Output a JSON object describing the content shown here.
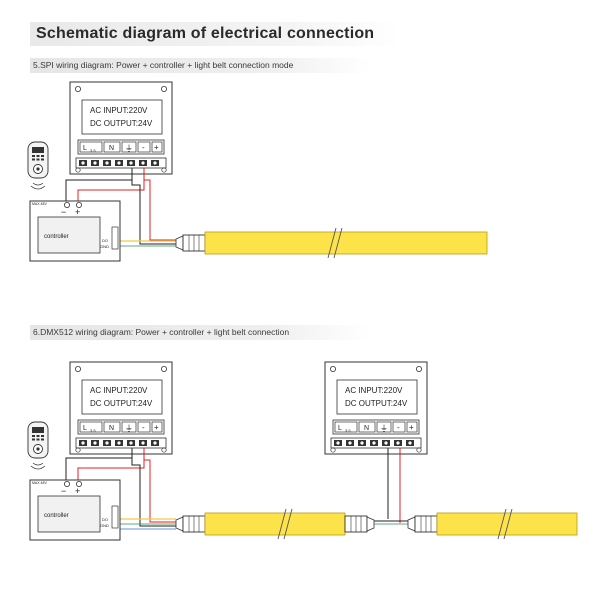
{
  "title": "Schematic diagram of electrical connection",
  "sections": {
    "spi": {
      "heading": "5.SPI wiring diagram: Power + controller + light belt connection mode"
    },
    "dmx": {
      "heading": "6.DMX512 wiring diagram: Power + controller + light belt connection"
    }
  },
  "power_supply": {
    "input_label": "AC INPUT:220V",
    "output_label": "DC OUTPUT:24V",
    "term_l": "L",
    "term_n": "N",
    "term_gnd": "⏚",
    "term_minus": "-",
    "term_plus": "+",
    "term_small": "3.5"
  },
  "controller": {
    "label": "controller",
    "minus": "−",
    "plus": "+",
    "tiny_top": "MAX 48V",
    "pin_do": "DO",
    "pin_gnd": "GND"
  },
  "colors": {
    "red_wire": "#e02020",
    "black_wire": "#222222",
    "strip_fill": "#fde34a",
    "strip_stroke": "#b89b10"
  }
}
